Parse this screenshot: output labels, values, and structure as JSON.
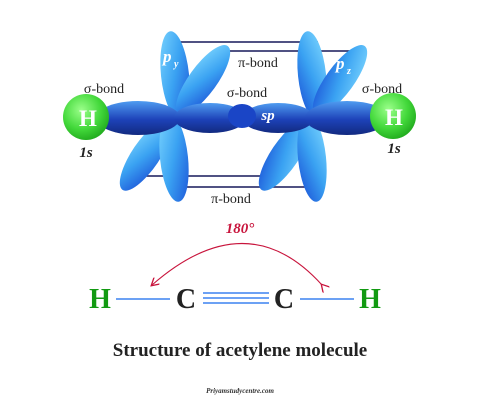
{
  "diagram": {
    "labels": {
      "py": "p",
      "py_sub": "y",
      "pz": "p",
      "pz_sub": "z",
      "pi_bond_top": "π-bond",
      "pi_bond_bottom": "π-bond",
      "sigma_left": "σ-bond",
      "sigma_center": "σ-bond",
      "sigma_right": "σ-bond",
      "sp": "sp",
      "h_left": "H",
      "h_right": "H",
      "s1_left": "1s",
      "s1_right": "1s"
    },
    "structure": {
      "angle": "180°",
      "atoms": [
        "H",
        "C",
        "C",
        "H"
      ]
    },
    "title": "Structure of acetylene molecule",
    "watermark": "Priyamstudycentre.com"
  },
  "colors": {
    "lobe_light": "#5fc8ff",
    "lobe_dark": "#1e50d8",
    "hydrogen": "#4fe04a",
    "green_text": "#129a12",
    "bond_line": "#3b82f0",
    "angle_red": "#c8143c",
    "dark_text": "#222222"
  }
}
